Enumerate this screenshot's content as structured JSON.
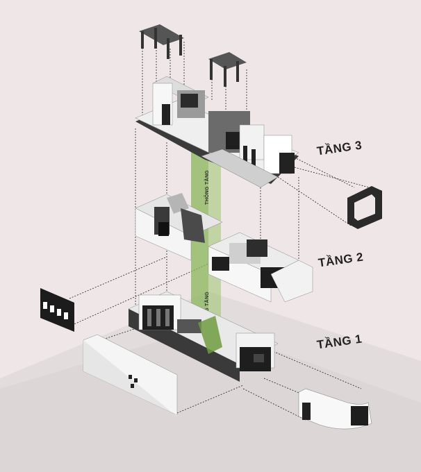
{
  "floors": [
    {
      "id": "tang-3",
      "label": "TẦNG 3"
    },
    {
      "id": "tang-2",
      "label": "TẦNG 2"
    },
    {
      "id": "tang-1",
      "label": "TẦNG 1"
    }
  ],
  "void_labels": [
    "THÔNG TẦNG",
    "THÔNG TẦNG"
  ],
  "colors": {
    "background": "#efe6e8",
    "floor_plane": "#dcd6d7",
    "void_green": "#9bc46a",
    "wall_light": "#f4f4f4",
    "wall_dark": "#2b2b2b"
  }
}
